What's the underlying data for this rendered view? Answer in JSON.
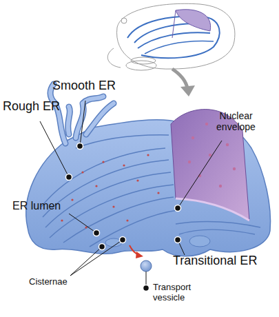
{
  "diagram": {
    "labels": [
      "Smooth ER",
      "Rough ER",
      "Nuclear envelope",
      "ER lumen",
      "Cisternae",
      "Transitional ER",
      "Transport vessicle"
    ]
  }
}
